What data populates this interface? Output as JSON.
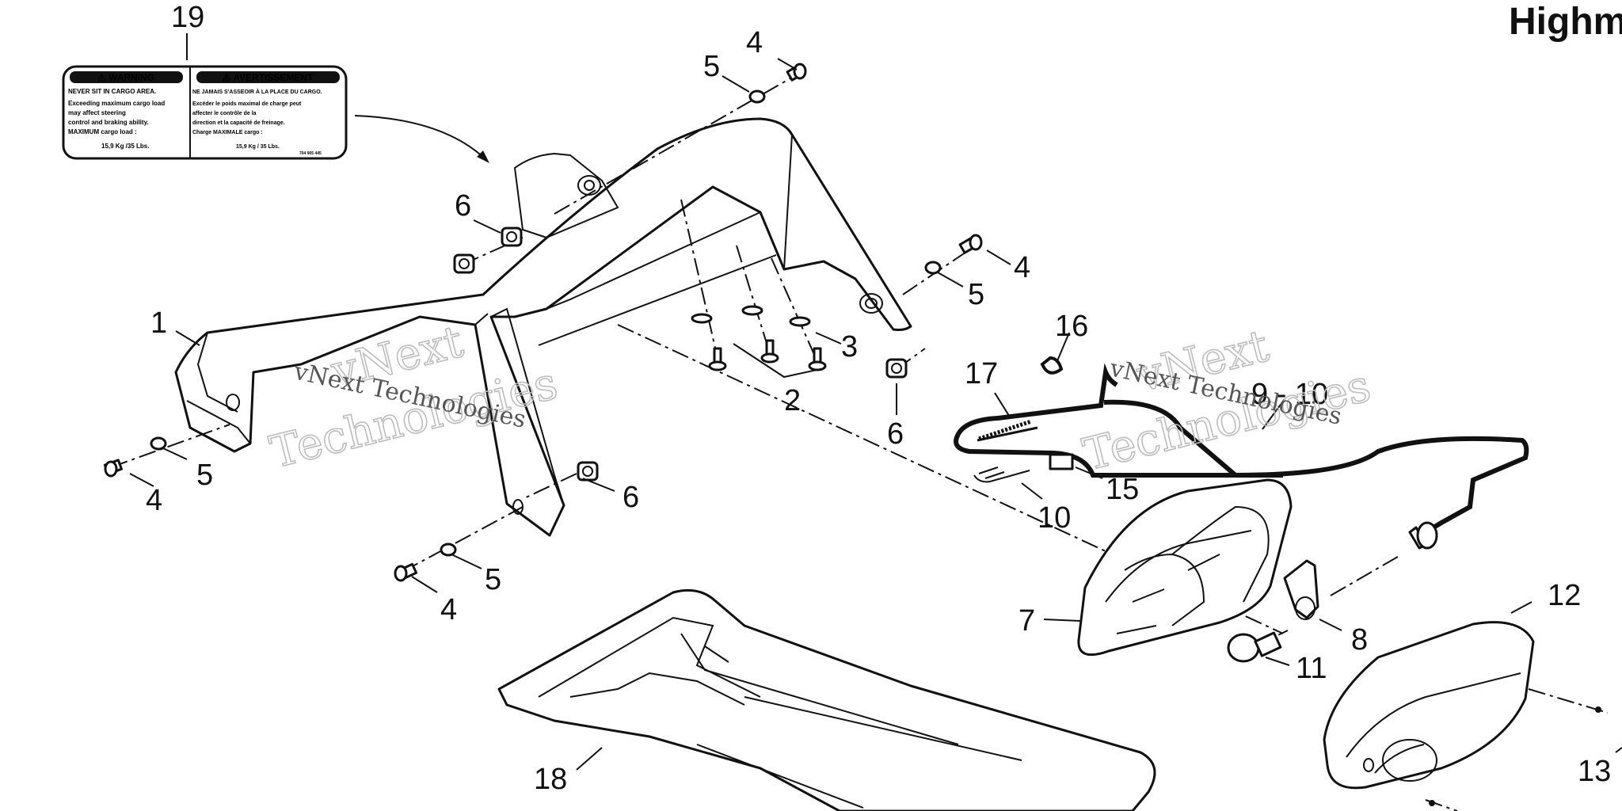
{
  "title": "Highm",
  "label_decal": {
    "left_header": "⚠ WARNING",
    "left_lines": [
      "NEVER SIT IN CARGO AREA.",
      "Exceeding maximum cargo load",
      "may affect steering",
      "control and braking ability.",
      "MAXIMUM cargo load :",
      "15,9 Kg /35 Lbs."
    ],
    "right_header": "⚠ AVERTISSEMENT",
    "right_lines": [
      "NE JAMAIS S'ASSEOIR À LA PLACE DU CARGO.",
      "Excéder le poids maximal de charge peut",
      "affecter le contrôle de la",
      "direction et la capacité de freinage.",
      "Charge MAXIMALE cargo :",
      "15,9 Kg / 35 Lbs."
    ],
    "code": "704 905 445"
  },
  "watermarks": {
    "outline_top": "vNext",
    "outline_bottom": "Technologies",
    "plain": "vNext Technologies"
  },
  "callouts": {
    "c19": "19",
    "c1": "1",
    "c2": "2",
    "c3": "3",
    "c4a": "4",
    "c5a": "5",
    "c6a": "6",
    "c4b": "4",
    "c5b": "5",
    "c4c": "4",
    "c5c": "5",
    "c6b": "6",
    "c6c": "6",
    "c4d": "4",
    "c5d": "5",
    "c16": "16",
    "c17": "17",
    "c910": "9 - 10",
    "c15": "15",
    "c10": "10",
    "c7": "7",
    "c8": "8",
    "c11": "11",
    "c12": "12",
    "c13": "13",
    "c18": "18"
  }
}
